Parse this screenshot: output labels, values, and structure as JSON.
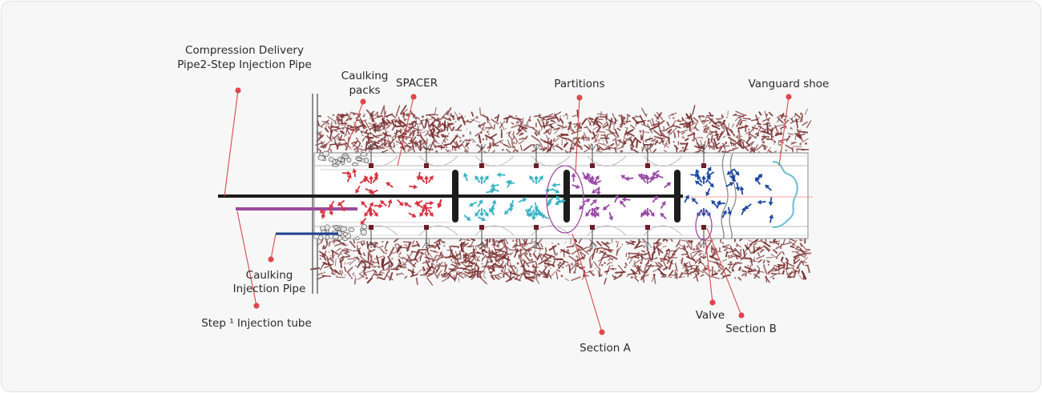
{
  "labels": {
    "compression_line1": "Compression Delivery",
    "compression_line2": "Pipe2-Step Injection Pipe",
    "caulking_packs_line1": "Caulking",
    "caulking_packs_line2": "packs",
    "spacer": "SPACER",
    "partitions": "Partitions",
    "vanguard_shoe": "Vanguard shoe",
    "caulking_injection_line1": "Caulking",
    "caulking_injection_line2": "Injection Pipe",
    "step1_injection": "Step ¹ Injection tube",
    "section_a": "Section A",
    "valve": "Valve",
    "section_b": "Section B"
  },
  "colors": {
    "soil": "#7a2f2f",
    "leader": "#d94a4a",
    "dot": "#e0474c",
    "red_arrows": "#d93240",
    "cyan_arrows": "#3bb4c4",
    "purple_arrows": "#9a4aa8",
    "blue_arrows": "#1f4aa0",
    "purple_pipe": "#9b4a9e",
    "blue_pipe": "#1e3f8f",
    "ellipse": "#a04aa8",
    "shoe": "#6fc3d4"
  }
}
